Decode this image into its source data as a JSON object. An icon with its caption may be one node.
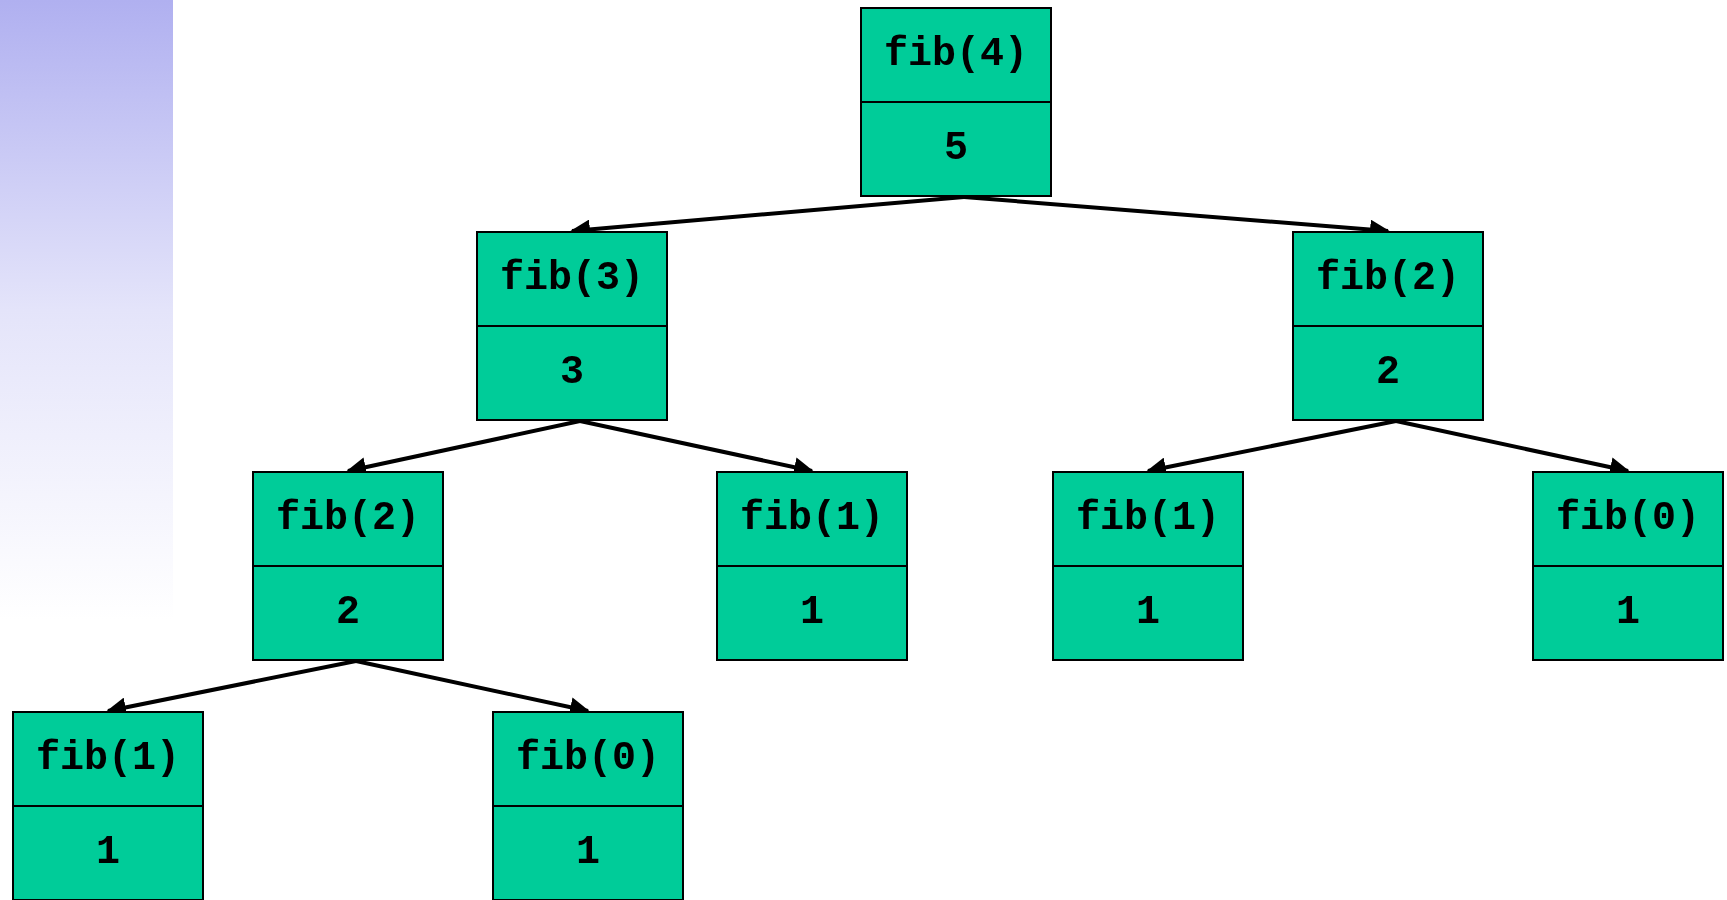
{
  "diagram": {
    "nodes": [
      {
        "text": [
          "fib(4)",
          "5"
        ]
      },
      {
        "text": [
          "fib(3)",
          "3"
        ]
      },
      {
        "text": [
          "fib(2)",
          "2"
        ]
      },
      {
        "text": [
          "fib(2)",
          "2"
        ]
      },
      {
        "text": [
          "fib(1)",
          "1"
        ]
      },
      {
        "text": [
          "fib(1)",
          "1"
        ]
      },
      {
        "text": [
          "fib(0)",
          "1"
        ]
      },
      {
        "text": [
          "fib(1)",
          "1"
        ]
      },
      {
        "text": [
          "fib(0)",
          "1"
        ]
      }
    ],
    "edges": [
      {
        "from": 0,
        "to": 1,
        "arrow": "to"
      },
      {
        "from": 0,
        "to": 2,
        "arrow": "to"
      },
      {
        "from": 1,
        "to": 3,
        "arrow": "to"
      },
      {
        "from": 1,
        "to": 4,
        "arrow": "to"
      },
      {
        "from": 2,
        "to": 5,
        "arrow": "to"
      },
      {
        "from": 2,
        "to": 6,
        "arrow": "to"
      },
      {
        "from": 3,
        "to": 7,
        "arrow": "to"
      },
      {
        "from": 3,
        "to": 8,
        "arrow": "to"
      }
    ]
  }
}
